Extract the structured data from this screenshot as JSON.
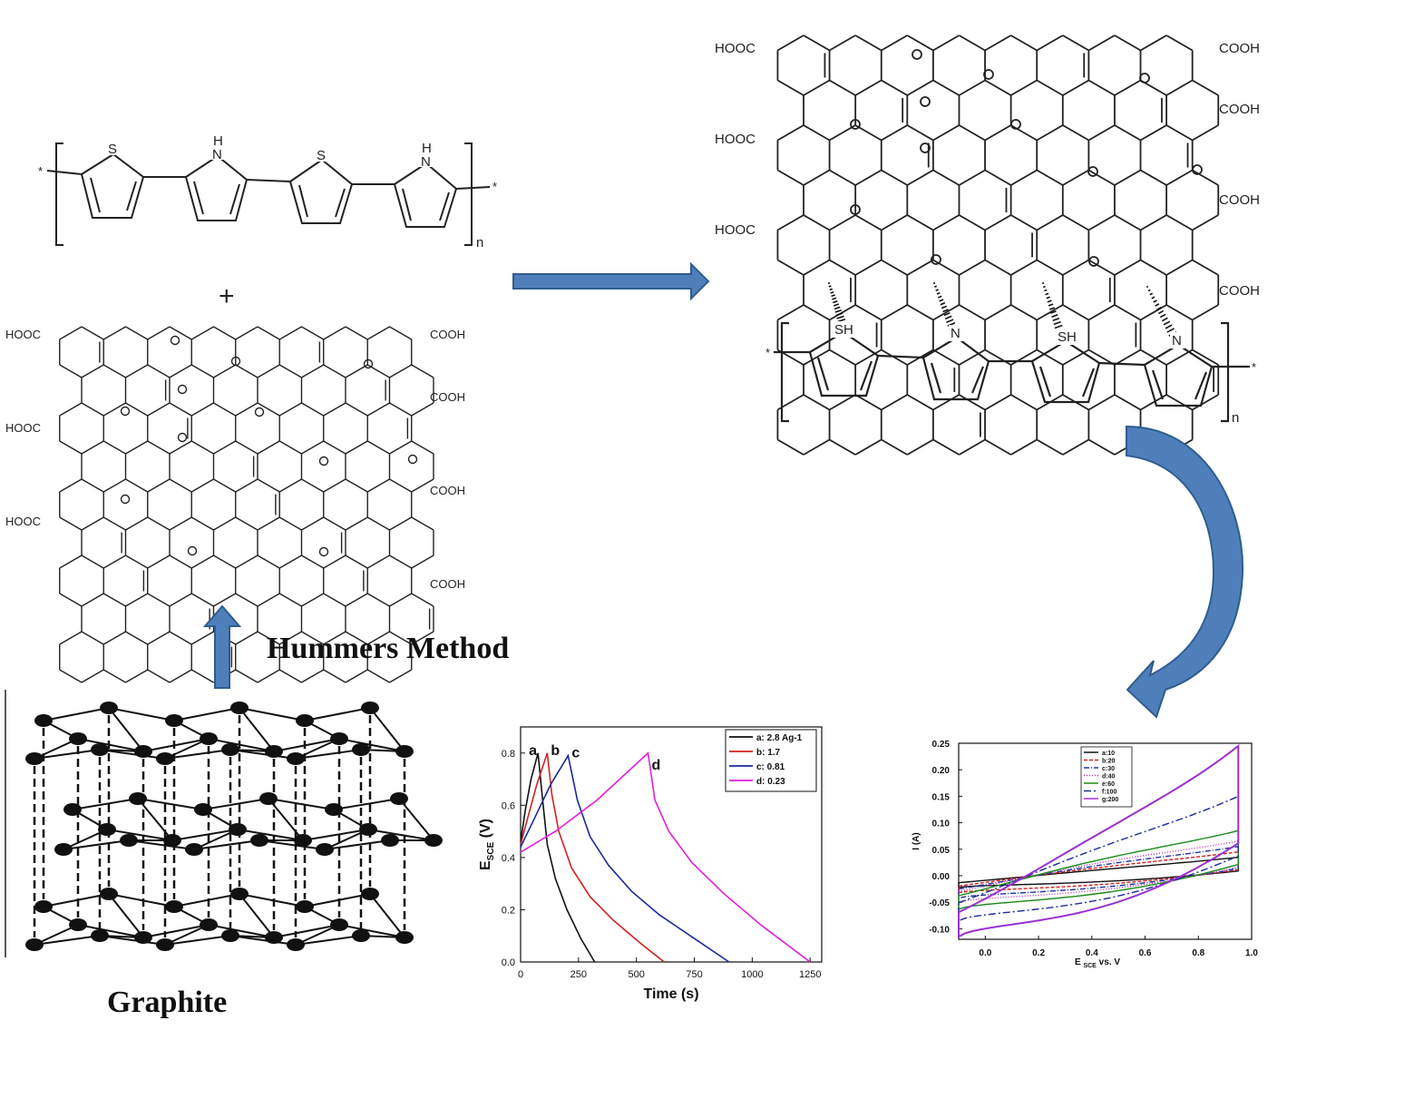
{
  "polymer_top": {
    "atom_s": "S",
    "atom_nh": "H",
    "atom_n": "N",
    "end_star": "*",
    "subscript": "n",
    "plus": "+"
  },
  "graphene_oxide_left": {
    "groups": [
      "HOOC",
      "COOH",
      "COOH",
      "HOOC",
      "COOH",
      "HOOC",
      "COOH"
    ]
  },
  "composite_right": {
    "groups": [
      "HOOC",
      "COOH",
      "COOH",
      "HOOC",
      "COOH",
      "HOOC",
      "COOH"
    ],
    "atoms": [
      "SH",
      "N",
      "SH",
      "N"
    ],
    "end_star": "*",
    "subscript": "n"
  },
  "labels": {
    "hummers": "Hummers Method",
    "graphite": "Graphite"
  },
  "colors": {
    "arrow_fill": "#4f7fbb",
    "arrow_stroke": "#2f5d8e"
  },
  "chart_data": [
    {
      "type": "line",
      "xlabel": "Time (s)",
      "ylabel": "E",
      "ylabel_sub": "SCE",
      "ylabel_unit": "(V)",
      "xlim": [
        0,
        1300
      ],
      "ylim": [
        0,
        0.9
      ],
      "xticks": [
        "0",
        "250",
        "500",
        "750",
        "1000",
        "1250"
      ],
      "yticks": [
        "0.0",
        "0.2",
        "0.4",
        "0.6",
        "0.8"
      ],
      "series": [
        {
          "name": "a: 2.8 Ag-1",
          "tag": "a",
          "color": "#111111",
          "points": [
            [
              0,
              0.46
            ],
            [
              20,
              0.58
            ],
            [
              45,
              0.7
            ],
            [
              75,
              0.8
            ],
            [
              95,
              0.62
            ],
            [
              115,
              0.45
            ],
            [
              150,
              0.32
            ],
            [
              200,
              0.2
            ],
            [
              260,
              0.09
            ],
            [
              320,
              0.0
            ]
          ]
        },
        {
          "name": "b: 1.7",
          "tag": "b",
          "color": "#d42020",
          "points": [
            [
              0,
              0.45
            ],
            [
              30,
              0.55
            ],
            [
              70,
              0.68
            ],
            [
              115,
              0.8
            ],
            [
              135,
              0.64
            ],
            [
              165,
              0.5
            ],
            [
              220,
              0.36
            ],
            [
              300,
              0.25
            ],
            [
              400,
              0.16
            ],
            [
              520,
              0.07
            ],
            [
              620,
              0.0
            ]
          ]
        },
        {
          "name": "c: 0.81",
          "tag": "c",
          "color": "#1a2a9c",
          "points": [
            [
              0,
              0.44
            ],
            [
              60,
              0.55
            ],
            [
              130,
              0.68
            ],
            [
              205,
              0.79
            ],
            [
              245,
              0.62
            ],
            [
              300,
              0.48
            ],
            [
              380,
              0.37
            ],
            [
              480,
              0.27
            ],
            [
              600,
              0.18
            ],
            [
              750,
              0.09
            ],
            [
              900,
              0.0
            ]
          ]
        },
        {
          "name": "d: 0.23",
          "tag": "d",
          "color": "#e020d8",
          "points": [
            [
              0,
              0.42
            ],
            [
              150,
              0.5
            ],
            [
              330,
              0.62
            ],
            [
              550,
              0.8
            ],
            [
              580,
              0.62
            ],
            [
              640,
              0.5
            ],
            [
              740,
              0.38
            ],
            [
              880,
              0.26
            ],
            [
              1040,
              0.14
            ],
            [
              1250,
              0.0
            ]
          ]
        }
      ]
    },
    {
      "type": "line",
      "xlabel": "E",
      "xlabel_sub": "SCE",
      "xlabel_rest": "vs. V",
      "ylabel": "I (A)",
      "xlim": [
        -0.1,
        1.0
      ],
      "ylim": [
        -0.12,
        0.25
      ],
      "xticks": [
        "0.0",
        "0.2",
        "0.4",
        "0.6",
        "0.8",
        "1.0"
      ],
      "yticks": [
        "0.25",
        "0.20",
        "0.15",
        "0.10",
        "0.05",
        "0.00",
        "-0.05",
        "-0.10"
      ],
      "series": [
        {
          "name": "a:10",
          "color": "#111111",
          "dash": "",
          "upper": 0.035,
          "lower": -0.022,
          "span": 0.01
        },
        {
          "name": "b:20",
          "color": "#d42020",
          "dash": "4,2",
          "upper": 0.045,
          "lower": -0.032,
          "span": 0.015
        },
        {
          "name": "c:30",
          "color": "#2030a0",
          "dash": "6,2,1,2",
          "upper": 0.055,
          "lower": -0.042,
          "span": 0.02
        },
        {
          "name": "d:40",
          "color": "#b030b0",
          "dash": "1,2",
          "upper": 0.065,
          "lower": -0.05,
          "span": 0.025
        },
        {
          "name": "e:60",
          "color": "#1a8a1a",
          "dash": "",
          "upper": 0.085,
          "lower": -0.063,
          "span": 0.03
        },
        {
          "name": "f:100",
          "color": "#1a2a9c",
          "dash": "8,3,2,3",
          "upper": 0.15,
          "lower": -0.085,
          "span": 0.045
        },
        {
          "name": "g:200",
          "color": "#9b30d0",
          "dash": "",
          "upper": 0.245,
          "lower": -0.115,
          "span": 0.06
        }
      ]
    }
  ]
}
